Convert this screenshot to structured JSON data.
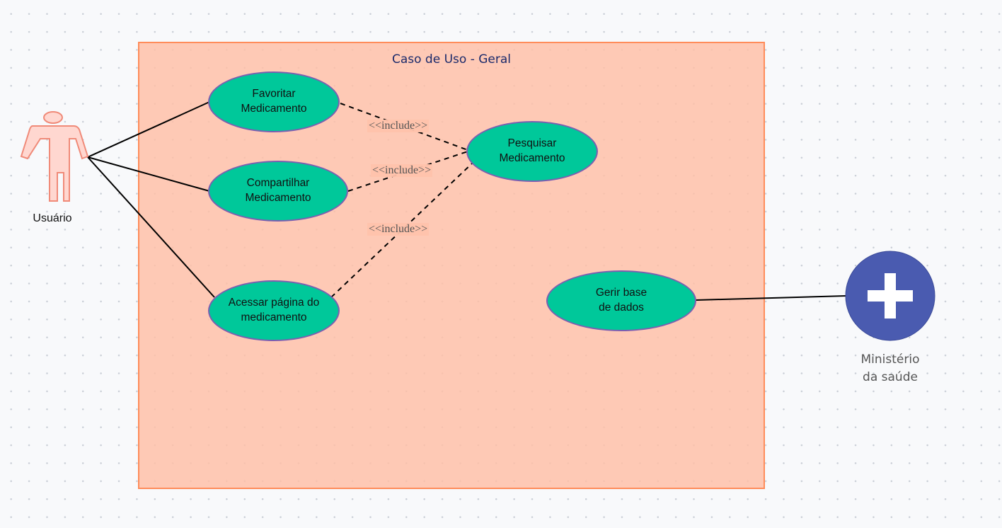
{
  "diagram": {
    "title": "Caso de Uso - Geral",
    "actors": [
      {
        "id": "usuario",
        "label": "Usuário",
        "icon": "stick-figure-icon",
        "color": "#ffd7d0",
        "stroke": "#f08a78"
      },
      {
        "id": "ministerio",
        "label": "Ministério\nda saúde",
        "icon": "plus-circle-icon",
        "color": "#4a5bb0"
      }
    ],
    "use_cases": [
      {
        "id": "favoritar",
        "label": "Favoritar\nMedicamento"
      },
      {
        "id": "compartilhar",
        "label": "Compartilhar\nMedicamento"
      },
      {
        "id": "acessar",
        "label": "Acessar página do\nmedicamento"
      },
      {
        "id": "pesquisar",
        "label": "Pesquisar\nMedicamento"
      },
      {
        "id": "gerir",
        "label": "Gerir base\nde dados"
      }
    ],
    "relations": [
      {
        "from": "usuario",
        "to": "favoritar",
        "type": "association"
      },
      {
        "from": "usuario",
        "to": "compartilhar",
        "type": "association"
      },
      {
        "from": "usuario",
        "to": "acessar",
        "type": "association"
      },
      {
        "from": "ministerio",
        "to": "gerir",
        "type": "association"
      },
      {
        "from": "favoritar",
        "to": "pesquisar",
        "type": "include",
        "label": "<<include>>"
      },
      {
        "from": "compartilhar",
        "to": "pesquisar",
        "type": "include",
        "label": "<<include>>"
      },
      {
        "from": "acessar",
        "to": "pesquisar",
        "type": "include",
        "label": "<<include>>"
      }
    ],
    "colors": {
      "boundary_fill": "#ffc3ac",
      "boundary_stroke": "#ff8c5a",
      "use_case_fill": "#00c89a",
      "use_case_stroke": "#7b5fb0",
      "title": "#1b2a6b"
    }
  }
}
